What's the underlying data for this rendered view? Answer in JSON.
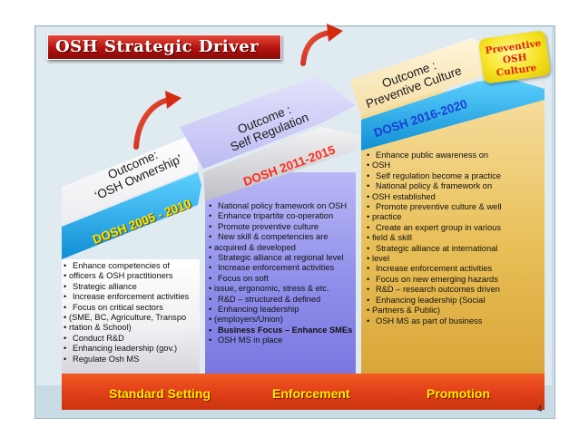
{
  "slide": {
    "title": "OSH Strategic Driver",
    "page_number": "4",
    "badge": "Preventive\nOSH Culture"
  },
  "phases": [
    {
      "outcome_line1": "Outcome:",
      "outcome_line2": "‘OSH Ownership’",
      "period": "DOSH 2005 - 2010",
      "pillar": "Standard Setting",
      "bullets": [
        "Enhance competencies of",
        "  officers & OSH practitioners",
        "Strategic alliance",
        "Increase enforcement activities",
        "Focus on critical sectors",
        "  (SME, BC, Agriculture, Transpo",
        "  rtation & School)",
        "Conduct R&D",
        "Enhancing leadership (gov.)",
        "Regulate Osh MS"
      ]
    },
    {
      "outcome_line1": "Outcome :",
      "outcome_line2": "Self Regulation",
      "period": "DOSH 2011-2015",
      "pillar": "Enforcement",
      "bullets": [
        "National policy framework on OSH",
        "Enhance tripartite co-operation",
        "Promote preventive culture",
        "New skill & competencies are",
        "  acquired & developed",
        "Strategic alliance at regional level",
        "Increase enforcement activities",
        "Focus on soft",
        "  issue, ergonomic, stress & etc.",
        "R&D – structured & defined",
        "Enhancing leadership",
        "  (employers/Union)",
        "Business Focus – Enhance SMEs",
        "OSH MS in place"
      ]
    },
    {
      "outcome_line1": "Outcome :",
      "outcome_line2": "Preventive Culture",
      "period": "DOSH 2016-2020",
      "pillar": "Promotion",
      "bullets": [
        "Enhance public awareness on",
        "  OSH",
        "Self regulation become a practice",
        "National policy & framework on",
        "  OSH established",
        "Promote preventive culture & well",
        "  practice",
        "Create an expert group in various",
        "  field & skill",
        "Strategic alliance at international",
        "  level",
        "Increase enforcement activities",
        "Focus on new emerging hazards",
        "R&D – research outcomes driven",
        "Enhancing leadership (Social",
        "  Partners & Public)",
        "OSH MS as part of business"
      ]
    }
  ],
  "colors": {
    "title_red": "#b3120f",
    "pillar_orange": "#e2401a",
    "pillar_text_yellow": "#ffea00",
    "column1": "#f0eff2",
    "column2": "#8f8eea",
    "column3": "#e8bf57",
    "band1": "#1aa7e8",
    "band2": "#d8d8dc",
    "band3": "#1aa7e8",
    "arrow_red": "#d42a10"
  },
  "icons": [
    "curved-arrow-icon"
  ]
}
